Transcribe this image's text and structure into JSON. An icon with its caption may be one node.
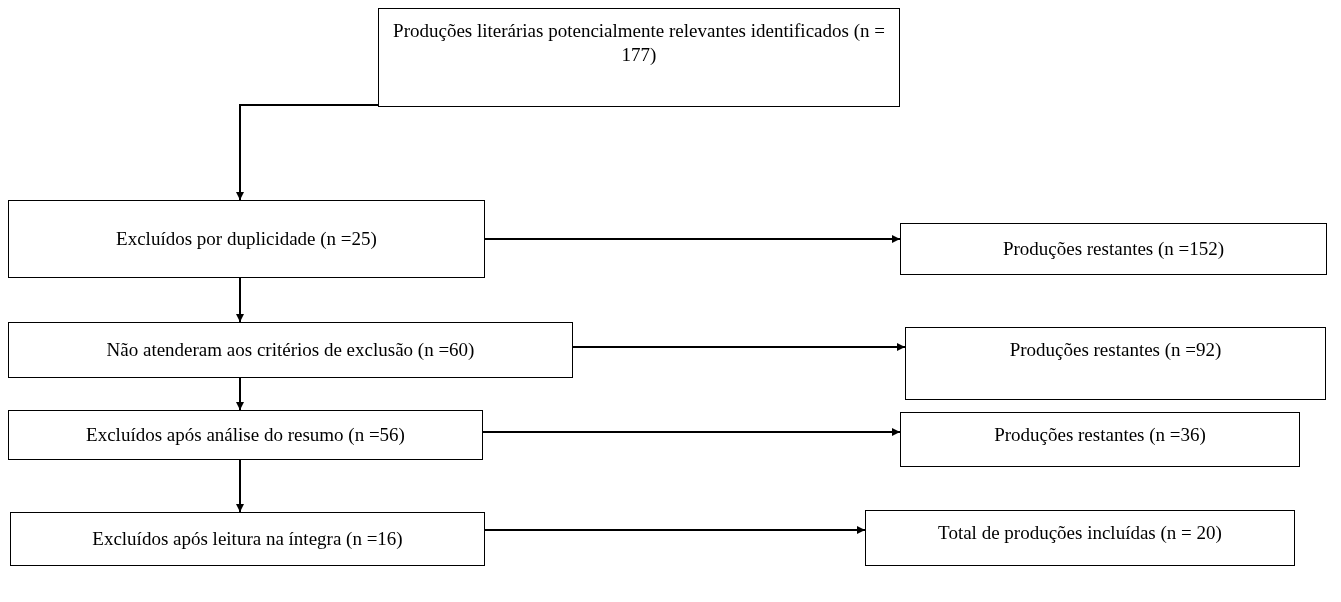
{
  "diagram": {
    "nodes": [
      {
        "text": [
          "Produções literárias potencialmente relevantes identificados (n = 177)"
        ]
      },
      {
        "text": [
          "Excluídos por duplicidade (n =25)"
        ]
      },
      {
        "text": [
          "Produções restantes (n =152)"
        ]
      },
      {
        "text": [
          "Não atenderam aos critérios de exclusão (n =60)"
        ]
      },
      {
        "text": [
          "Produções restantes (n =92)"
        ]
      },
      {
        "text": [
          "Excluídos após análise do resumo (n =56)"
        ]
      },
      {
        "text": [
          "Produções restantes (n =36)"
        ]
      },
      {
        "text": [
          "Excluídos após leitura na íntegra (n =16)"
        ]
      },
      {
        "text": [
          "Total de produções incluídas (n = 20)"
        ]
      }
    ],
    "edges": [
      {
        "from": 0,
        "to": 1,
        "arrow": "to"
      },
      {
        "from": 1,
        "to": 2,
        "arrow": "to"
      },
      {
        "from": 1,
        "to": 3,
        "arrow": "to"
      },
      {
        "from": 3,
        "to": 4,
        "arrow": "to"
      },
      {
        "from": 3,
        "to": 5,
        "arrow": "to"
      },
      {
        "from": 5,
        "to": 6,
        "arrow": "to"
      },
      {
        "from": 5,
        "to": 7,
        "arrow": "to"
      },
      {
        "from": 7,
        "to": 8,
        "arrow": "to"
      }
    ]
  }
}
